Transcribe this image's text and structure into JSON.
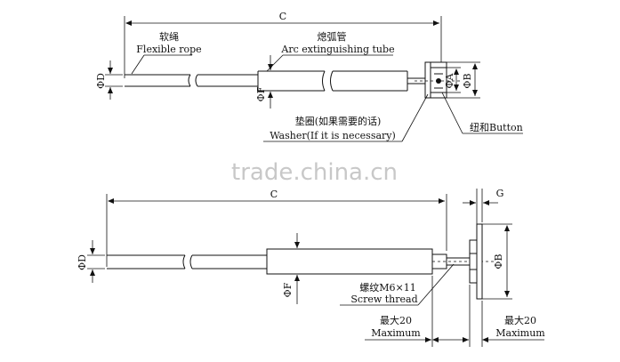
{
  "diagram": {
    "top": {
      "dim_c": "C",
      "flexible_rope_cn": "软绳",
      "flexible_rope_en": "Flexible rope",
      "arc_tube_cn": "熄弧管",
      "arc_tube_en": "Arc extinguishing tube",
      "phi_d": "ΦD",
      "phi_f": "ΦF",
      "phi_a": "ΦA",
      "phi_b": "ΦB",
      "washer_cn": "垫圈(如果需要的话)",
      "washer_en": "Washer(If it is necessary)",
      "button": "纽和Button"
    },
    "bottom": {
      "dim_c": "C",
      "dim_g": "G",
      "phi_d": "ΦD",
      "phi_f": "ΦF",
      "phi_b": "ΦB",
      "thread_cn": "螺纹M6×11",
      "thread_en": "Screw thread",
      "max_left_cn": "最大20",
      "max_left_en": "Maximum",
      "max_right_cn": "最大20",
      "max_right_en": "Maximum"
    },
    "watermark": "trade.china.cn"
  }
}
